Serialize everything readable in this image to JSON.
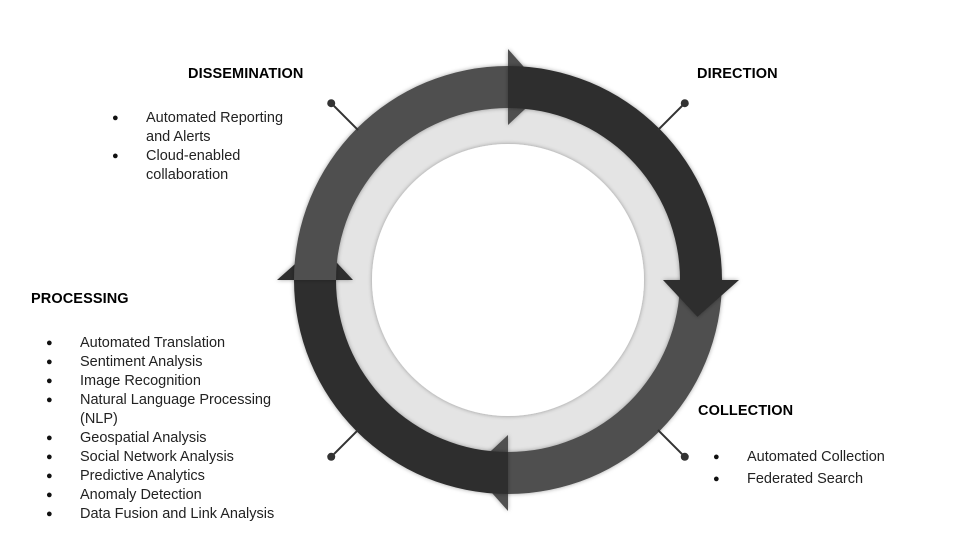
{
  "diagram": {
    "type": "cycle",
    "colors": {
      "dark_arrow": "#2f2f2f",
      "mid_arrow": "#4f4f4f",
      "inner_ring": "#e4e4e4",
      "center": "#ffffff",
      "connector": "#333333"
    },
    "stages": [
      {
        "id": "direction",
        "title": "DIRECTION",
        "items": []
      },
      {
        "id": "collection",
        "title": "COLLECTION",
        "items": [
          "Automated Collection",
          "Federated Search"
        ]
      },
      {
        "id": "processing",
        "title": "PROCESSING",
        "items": [
          "Automated Translation",
          "Sentiment Analysis",
          "Image Recognition",
          "Natural Language Processing (NLP)",
          "Geospatial Analysis",
          "Social Network Analysis",
          "Predictive Analytics",
          "Anomaly Detection",
          "Data Fusion and Link Analysis"
        ]
      },
      {
        "id": "dissemination",
        "title": "DISSEMINATION",
        "items": [
          "Automated Reporting and Alerts",
          "Cloud-enabled collaboration"
        ]
      }
    ]
  }
}
